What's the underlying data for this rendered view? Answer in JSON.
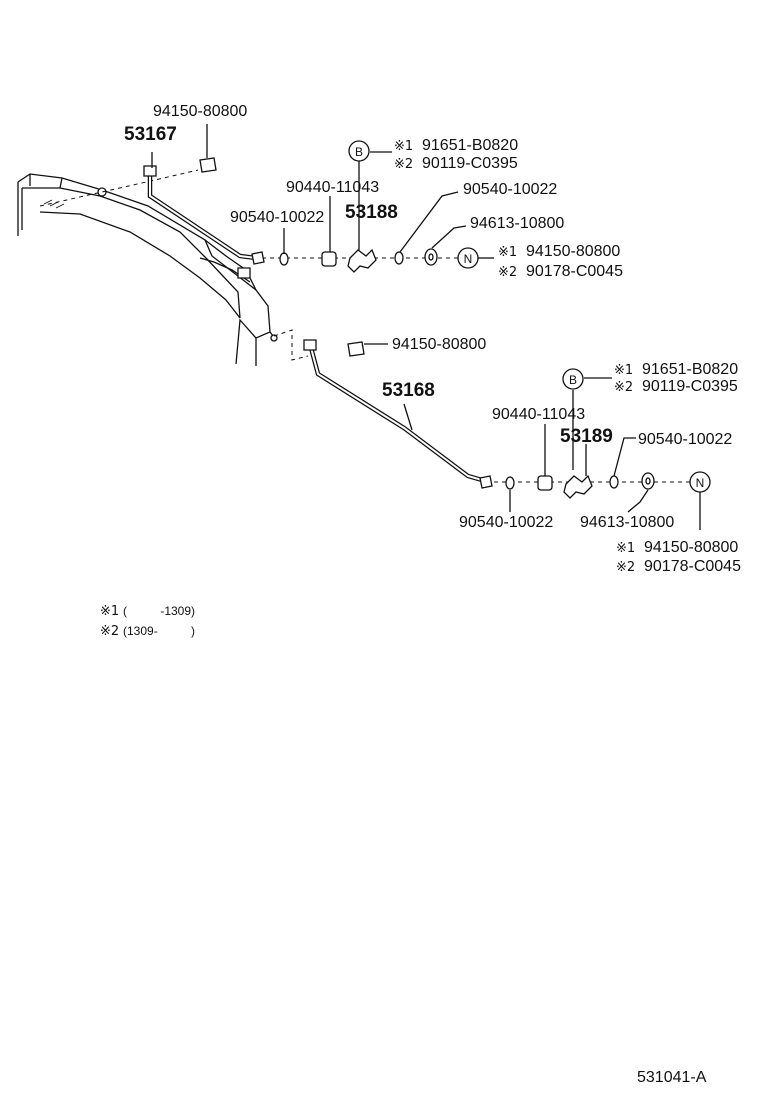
{
  "diagram": {
    "upper_assembly": {
      "rod_number": "53167",
      "rod_bolt": "94150-80800",
      "bracket_number": "53188",
      "callout_b_letter": "B",
      "callout_b_parts": [
        {
          "marker": "※1",
          "part": "91651-B0820"
        },
        {
          "marker": "※2",
          "part": "90119-C0395"
        }
      ],
      "collar": "90440-11043",
      "washer_left": "90540-10022",
      "washer_right": "90540-10022",
      "lock_washer": "94613-10800",
      "callout_n_letter": "N",
      "callout_n_parts": [
        {
          "marker": "※1",
          "part": "94150-80800"
        },
        {
          "marker": "※2",
          "part": "90178-C0045"
        }
      ]
    },
    "lower_assembly": {
      "rod_bolt": "94150-80800",
      "rod_number": "53168",
      "bracket_number": "53189",
      "callout_b_letter": "B",
      "callout_b_parts": [
        {
          "marker": "※1",
          "part": "91651-B0820"
        },
        {
          "marker": "※2",
          "part": "90119-C0395"
        }
      ],
      "collar": "90440-11043",
      "washer_right": "90540-10022",
      "washer_left": "90540-10022",
      "lock_washer": "94613-10800",
      "callout_n_letter": "N",
      "callout_n_parts": [
        {
          "marker": "※1",
          "part": "94150-80800"
        },
        {
          "marker": "※2",
          "part": "90178-C0045"
        }
      ]
    },
    "legend": [
      {
        "marker": "※1",
        "range": "(          -1309)"
      },
      {
        "marker": "※2",
        "range": "(1309-          )"
      }
    ],
    "figure_id": "531041-A"
  }
}
